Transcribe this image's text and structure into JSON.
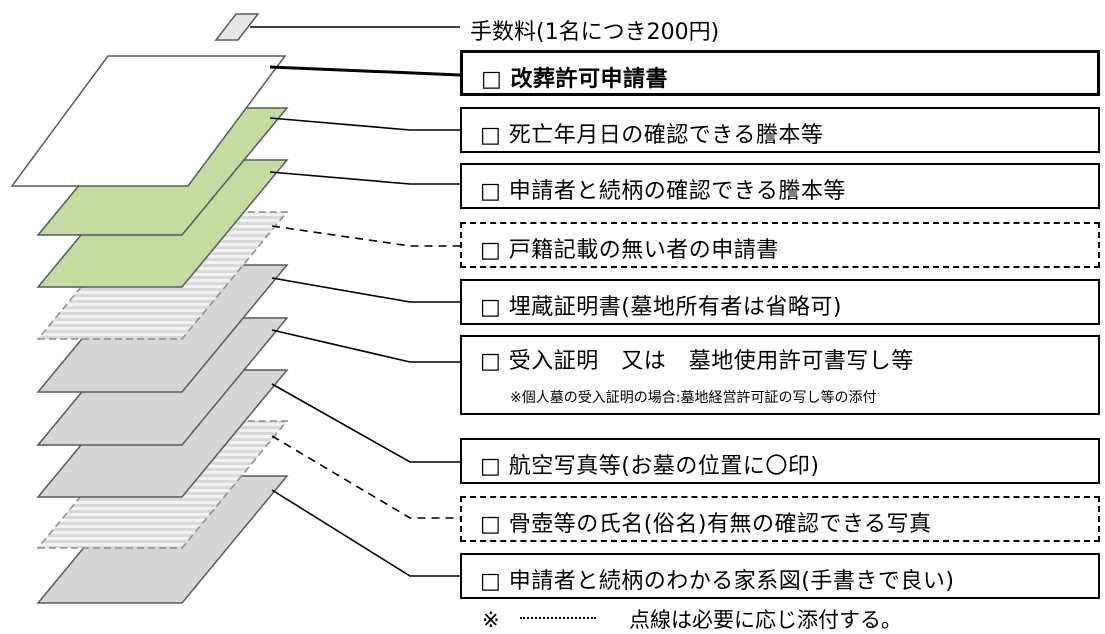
{
  "fee_label": "手数料(1名につき200円)",
  "items": [
    {
      "label": "□ 改葬許可申請書",
      "style": "bold"
    },
    {
      "label": "□ 死亡年月日の確認できる謄本等",
      "style": "solid"
    },
    {
      "label": "□ 申請者と続柄の確認できる謄本等",
      "style": "solid"
    },
    {
      "label": "□ 戸籍記載の無い者の申請書",
      "style": "dashed"
    },
    {
      "label": "□ 埋蔵証明書(墓地所有者は省略可)",
      "style": "solid"
    },
    {
      "label": "□ 受入証明　又は　墓地使用許可書写し等",
      "style": "solid",
      "sub": "※個人墓の受入証明の場合:墓地経営許可証の写し等の添付"
    },
    {
      "label": "□ 航空写真等(お墓の位置に〇印)",
      "style": "solid"
    },
    {
      "label": "□ 骨壺等の氏名(俗名)有無の確認できる写真",
      "style": "dashed"
    },
    {
      "label": "□ 申請者と続柄のわかる家系図(手書きで良い)",
      "style": "solid"
    }
  ],
  "note": {
    "mark": "※",
    "text": "点線は必要に応じ添付する。"
  },
  "colors": {
    "green": "#c4dba2",
    "gray": "#d6d6d6",
    "white": "#ffffff",
    "stroke": "#595959"
  }
}
